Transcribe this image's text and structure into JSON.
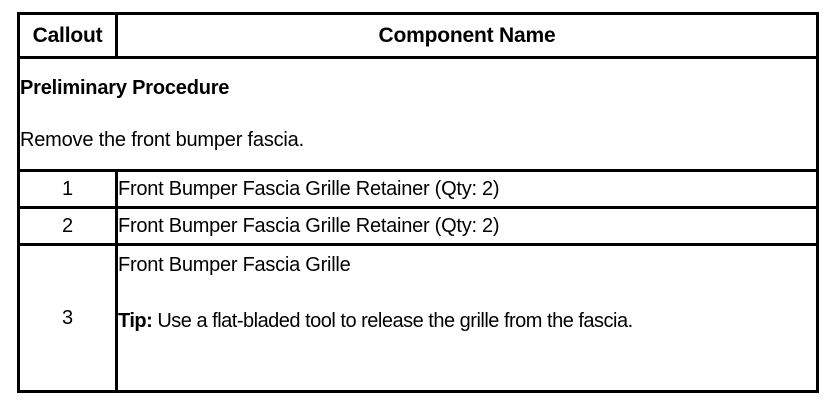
{
  "table": {
    "headers": {
      "callout": "Callout",
      "component_name": "Component Name"
    },
    "preliminary": {
      "title": "Preliminary Procedure",
      "body": "Remove the front bumper fascia."
    },
    "rows": [
      {
        "callout": "1",
        "component_name": "Front Bumper Fascia Grille Retainer (Qty: 2)"
      },
      {
        "callout": "2",
        "component_name": "Front Bumper Fascia Grille Retainer (Qty: 2)"
      },
      {
        "callout": "3",
        "component_name": "Front Bumper Fascia Grille",
        "tip_label": "Tip:",
        "tip_text": " Use a flat-bladed tool to release the grille from the fascia."
      }
    ]
  },
  "colors": {
    "border": "#000000",
    "text": "#000000",
    "background": "#ffffff"
  }
}
